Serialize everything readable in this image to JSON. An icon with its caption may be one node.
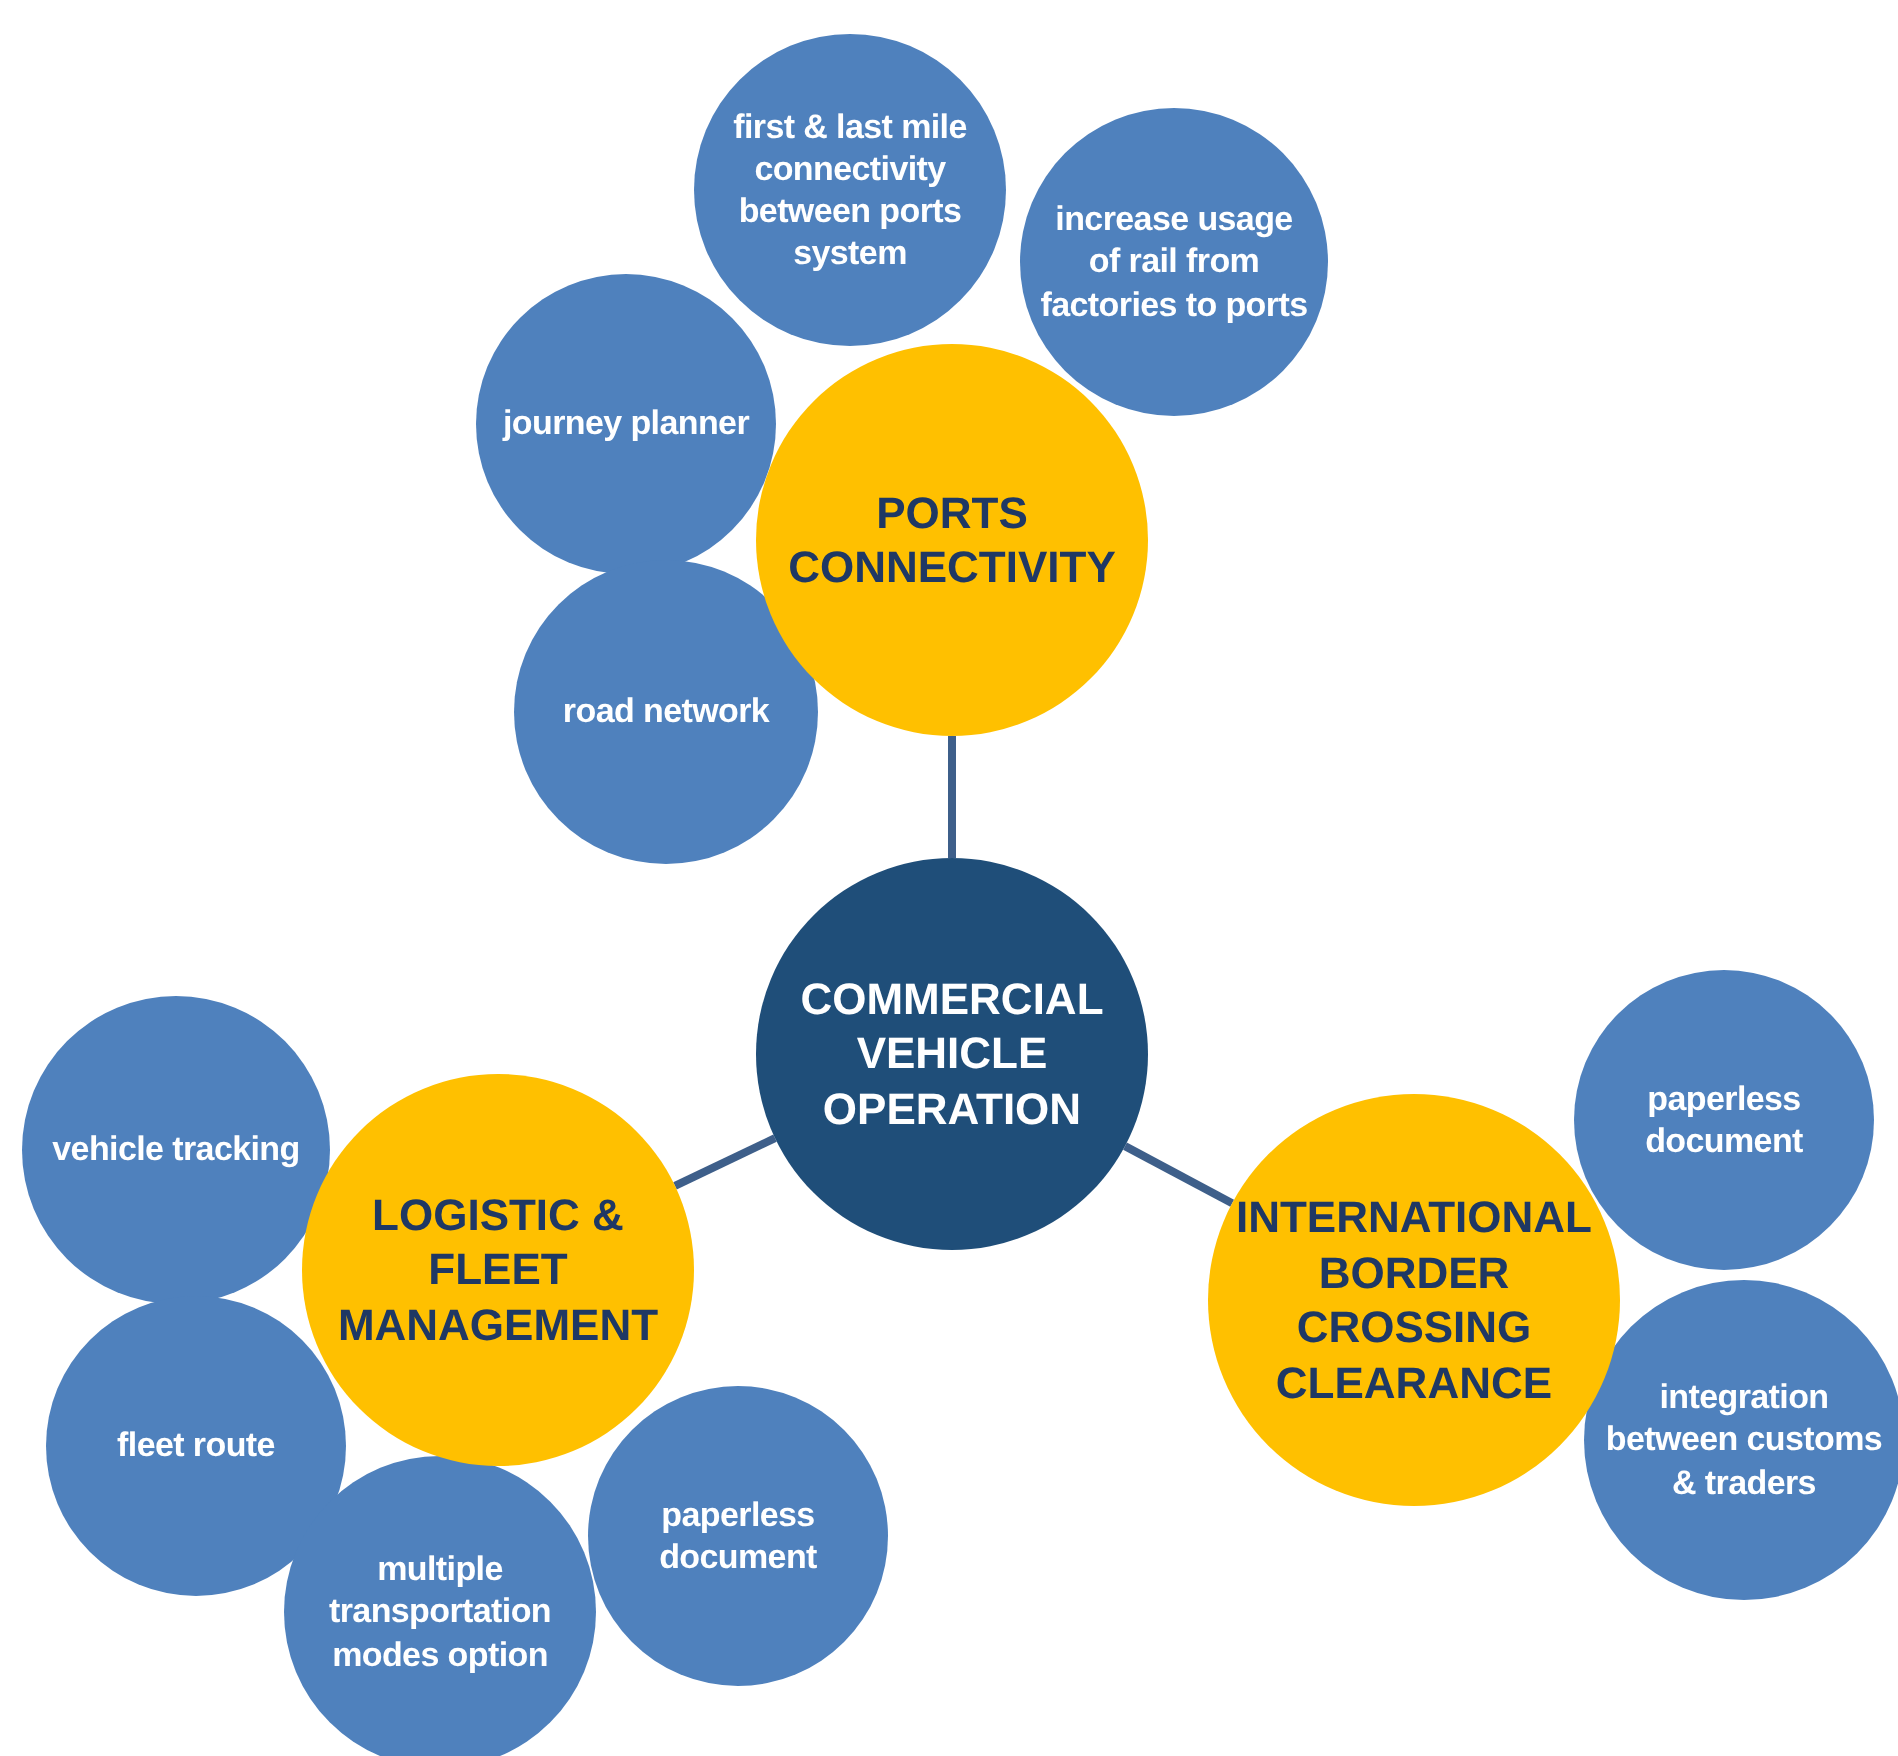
{
  "diagram": {
    "nodes": [
      {
        "text": [
          "first & last mile connectivity between ports system"
        ]
      },
      {
        "text": [
          "increase usage of rail from factories to ports"
        ]
      },
      {
        "text": [
          "journey planner"
        ]
      },
      {
        "text": [
          "PORTS CONNECTIVITY"
        ]
      },
      {
        "text": [
          "road network"
        ]
      },
      {
        "text": [
          "COMMERCIAL VEHICLE OPERATION"
        ]
      },
      {
        "text": [
          "paperless document"
        ]
      },
      {
        "text": [
          "vehicle tracking"
        ]
      },
      {
        "text": [
          "LOGISTIC & FLEET MANAGEMENT"
        ]
      },
      {
        "text": [
          "INTERNATIONAL BORDER CROSSING CLEARANCE"
        ]
      },
      {
        "text": [
          "integration between customs & traders"
        ]
      },
      {
        "text": [
          "fleet route"
        ]
      },
      {
        "text": [
          "paperless document"
        ]
      },
      {
        "text": [
          "multiple transportation modes option"
        ]
      }
    ],
    "edges": [
      {
        "from": 5,
        "to": 3,
        "arrow": "none"
      },
      {
        "from": 5,
        "to": 8,
        "arrow": "none"
      },
      {
        "from": 5,
        "to": 9,
        "arrow": "none"
      }
    ]
  }
}
